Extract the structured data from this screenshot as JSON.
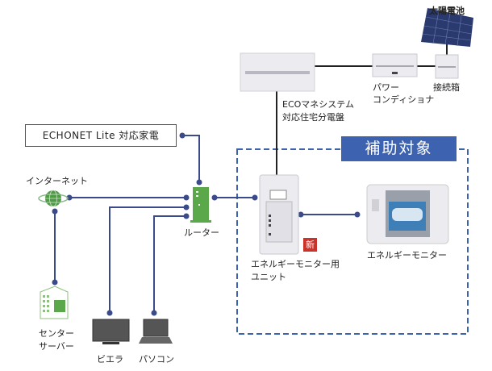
{
  "solar_panel": {
    "label": "太陽電池"
  },
  "power_conditioner": {
    "label_line1": "パワー",
    "label_line2": "コンディショナ"
  },
  "junction_box": {
    "label": "接続箱"
  },
  "distribution_board": {
    "label_line1": "ECOマネシステム",
    "label_line2": "対応住宅分電盤"
  },
  "echonet": {
    "label": "ECHONET Lite 対応家電"
  },
  "subsidy_target": {
    "label": "補助対象"
  },
  "internet": {
    "label": "インターネット"
  },
  "router": {
    "label": "ルーター"
  },
  "center_server": {
    "label_line1": "センター",
    "label_line2": "サーバー"
  },
  "tv": {
    "label": "ビエラ"
  },
  "pc": {
    "label": "パソコン"
  },
  "monitor_unit": {
    "label_line1": "エネルギーモニター用",
    "label_line2": "ユニット",
    "badge": "新"
  },
  "energy_monitor": {
    "label": "エネルギーモニター"
  },
  "colors": {
    "line": "#3a4a8a",
    "accent": "#3d63b0",
    "device_green": "#5aa84a",
    "badge": "#c8332c"
  }
}
